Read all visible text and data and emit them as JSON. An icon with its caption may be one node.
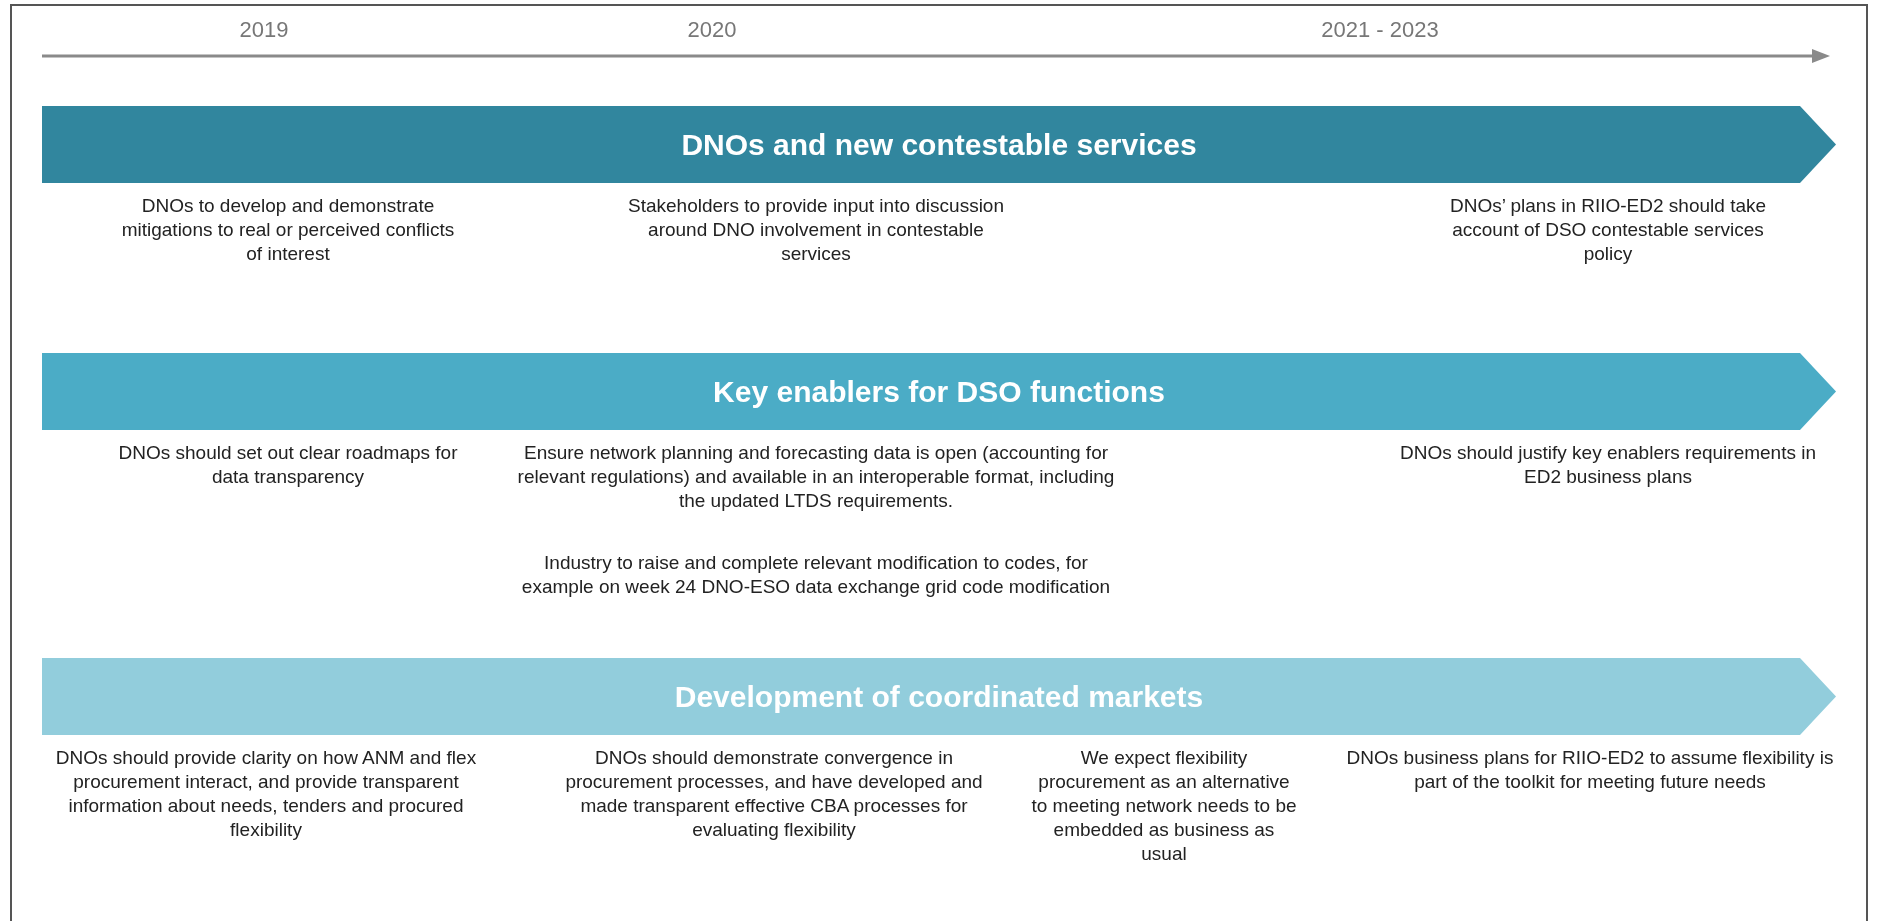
{
  "diagram": {
    "nodes": [
      {
        "text": [
          "DNOs and new contestable services"
        ]
      },
      {
        "text": [
          "Key enablers for DSO functions"
        ]
      },
      {
        "text": [
          "Development of coordinated markets"
        ]
      }
    ],
    "labels": [
      "2019",
      "2020",
      "2021 - 2023",
      "DNOs to develop and demonstrate mitigations to real or perceived conflicts of interest",
      "Stakeholders to provide input into discussion around DNO involvement in contestable services",
      "DNOs’ plans in RIIO-ED2 should take account of DSO contestable services policy",
      "DNOs should set out clear roadmaps for data transparency",
      "Ensure network planning and forecasting data is open (accounting for relevant regulations) and available in an interoperable format, including the updated LTDS requirements.",
      "Industry to raise and complete relevant modification to codes, for example on week 24 DNO-ESO data exchange grid code modification",
      "DNOs should justify key enablers requirements in ED2 business plans",
      "DNOs should provide clarity on how ANM and flex procurement interact, and provide transparent information about needs, tenders and procured flexibility",
      "DNOs should demonstrate convergence in procurement processes,  and have developed and made transparent effective CBA processes for evaluating flexibility",
      "We expect flexibility procurement as an alternative to meeting network needs to be embedded as business as usual",
      "DNOs business plans for RIIO-ED2 to assume flexibility is part of the toolkit for meeting future needs"
    ]
  }
}
